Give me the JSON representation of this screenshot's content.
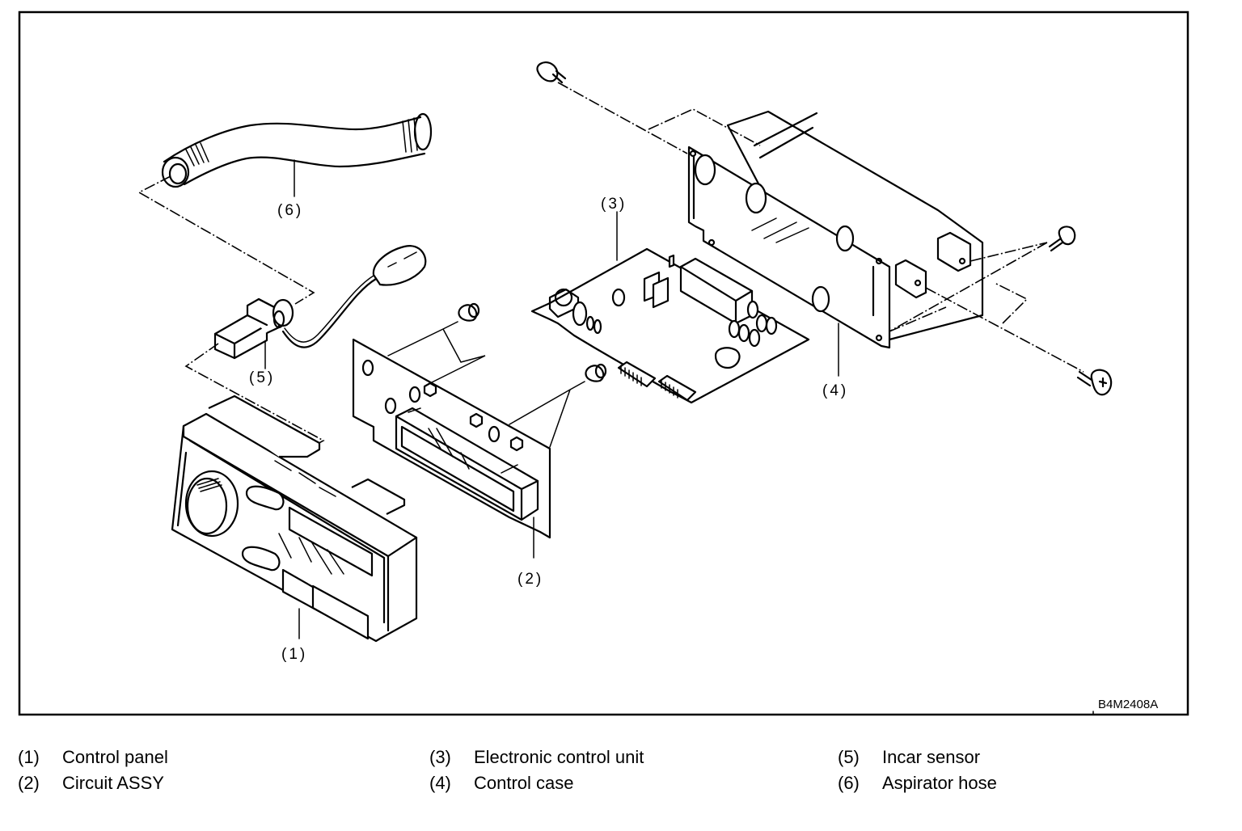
{
  "figure": {
    "code": "B4M2408A",
    "callouts": [
      {
        "id": 1,
        "label": "(1)"
      },
      {
        "id": 2,
        "label": "(2)"
      },
      {
        "id": 3,
        "label": "(3)"
      },
      {
        "id": 4,
        "label": "(4)"
      },
      {
        "id": 5,
        "label": "(5)"
      },
      {
        "id": 6,
        "label": "(6)"
      }
    ]
  },
  "legend": [
    {
      "num": "(1)",
      "name": "Control panel"
    },
    {
      "num": "(2)",
      "name": "Circuit ASSY"
    },
    {
      "num": "(3)",
      "name": "Electronic control unit"
    },
    {
      "num": "(4)",
      "name": "Control case"
    },
    {
      "num": "(5)",
      "name": "Incar sensor"
    },
    {
      "num": "(6)",
      "name": "Aspirator hose"
    }
  ]
}
